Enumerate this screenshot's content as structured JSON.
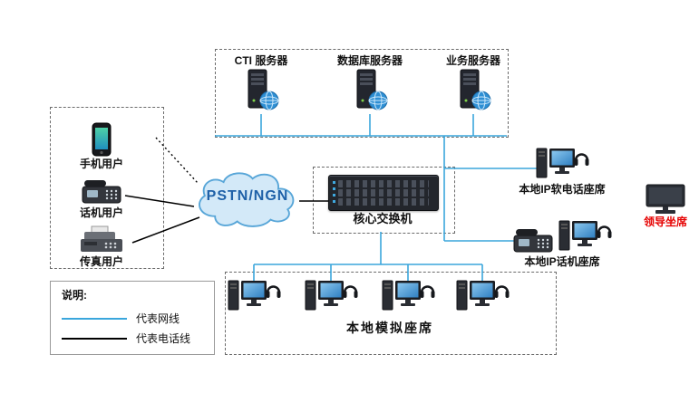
{
  "diagram": {
    "cloud": {
      "label": "PSTN/NGN"
    },
    "server_group": {
      "items": [
        {
          "label": "CTI 服务器"
        },
        {
          "label": "数据库服务器"
        },
        {
          "label": "业务服务器"
        }
      ]
    },
    "core_switch": {
      "label": "核心交换机"
    },
    "pstn_users": {
      "items": [
        {
          "label": "手机用户"
        },
        {
          "label": "话机用户"
        },
        {
          "label": "传真用户"
        }
      ]
    },
    "agents": {
      "softphone": {
        "label": "本地IP软电话座席"
      },
      "ip_phone": {
        "label": "本地IP话机座席"
      },
      "leader": {
        "label": "领导坐席"
      },
      "analog": {
        "label": "本地模拟座席",
        "count": 4
      }
    },
    "legend": {
      "title": "说明:",
      "items": [
        {
          "label": "代表网线",
          "color": "#3aa6dc"
        },
        {
          "label": "代表电话线",
          "color": "#000000"
        }
      ]
    },
    "colors": {
      "network_line": "#3aa6dc",
      "phone_line": "#000000",
      "cloud_fill": "#d3e9f8",
      "cloud_border": "#58a6d8",
      "cloud_text": "#1f61a8",
      "leader_text": "#e60000"
    }
  }
}
